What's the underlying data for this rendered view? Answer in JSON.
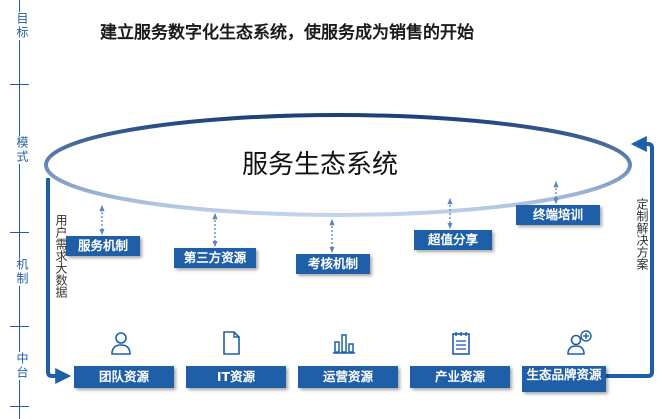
{
  "axis": {
    "labels": [
      "目标",
      "模式",
      "机制",
      "中台"
    ]
  },
  "title": "建立服务数字化生态系统，使服务成为销售的开始",
  "ecosystem": {
    "label": "服务生态系统"
  },
  "mechanisms": [
    {
      "label": "服务机制"
    },
    {
      "label": "第三方资源"
    },
    {
      "label": "考核机制"
    },
    {
      "label": "超值分享"
    },
    {
      "label": "终端培训"
    }
  ],
  "left_flow": "用户需求大数据",
  "right_flow": "定制解决方案",
  "resources": [
    {
      "label": "团队资源",
      "icon": "person-icon"
    },
    {
      "label": "IT资源",
      "icon": "document-icon"
    },
    {
      "label": "运营资源",
      "icon": "bar-chart-icon"
    },
    {
      "label": "产业资源",
      "icon": "notepad-icon"
    },
    {
      "label": "生态品牌资源",
      "icon": "person-plus-icon"
    }
  ],
  "colors": {
    "primary": "#1f5fa8",
    "ellipse_stroke_dark": "#1c3f78",
    "ellipse_stroke_light": "#b9cde6"
  }
}
